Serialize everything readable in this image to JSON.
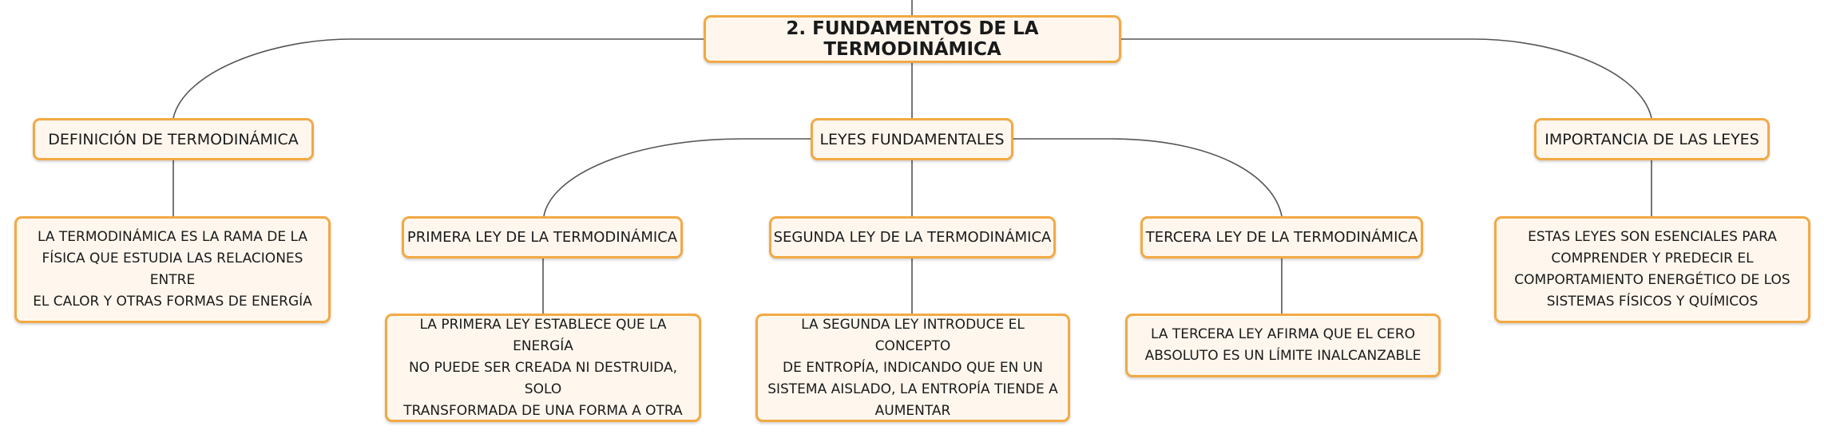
{
  "root": {
    "title": "2. FUNDAMENTOS DE LA TERMODINÁMICA"
  },
  "branches": {
    "definition": {
      "label": "DEFINICIÓN DE TERMODINÁMICA",
      "text_lines": [
        "LA TERMODINÁMICA ES LA RAMA DE LA",
        "FÍSICA QUE ESTUDIA LAS RELACIONES ENTRE",
        "EL CALOR Y OTRAS FORMAS DE ENERGÍA"
      ]
    },
    "laws": {
      "label": "LEYES FUNDAMENTALES",
      "first": {
        "label": "PRIMERA LEY DE LA TERMODINÁMICA",
        "text_lines": [
          "LA PRIMERA LEY ESTABLECE QUE LA ENERGÍA",
          "NO PUEDE SER CREADA NI DESTRUIDA, SOLO",
          "TRANSFORMADA DE UNA FORMA A OTRA"
        ]
      },
      "second": {
        "label": "SEGUNDA LEY DE LA TERMODINÁMICA",
        "text_lines": [
          "LA SEGUNDA LEY INTRODUCE EL CONCEPTO",
          "DE ENTROPÍA, INDICANDO QUE EN UN",
          "SISTEMA AISLADO, LA ENTROPÍA TIENDE A",
          "AUMENTAR"
        ]
      },
      "third": {
        "label": "TERCERA LEY DE LA TERMODINÁMICA",
        "text_lines": [
          "LA TERCERA LEY AFIRMA QUE EL CERO",
          "ABSOLUTO ES UN LÍMITE INALCANZABLE"
        ]
      }
    },
    "importance": {
      "label": "IMPORTANCIA DE LAS LEYES",
      "text_lines": [
        "ESTAS LEYES SON ESENCIALES PARA",
        "COMPRENDER Y PREDECIR EL",
        "COMPORTAMIENTO ENERGÉTICO DE LOS",
        "SISTEMAS FÍSICOS Y QUÍMICOS"
      ]
    }
  },
  "colors": {
    "border": "#f2a944",
    "fill": "#fff7ee",
    "line": "#555555"
  }
}
